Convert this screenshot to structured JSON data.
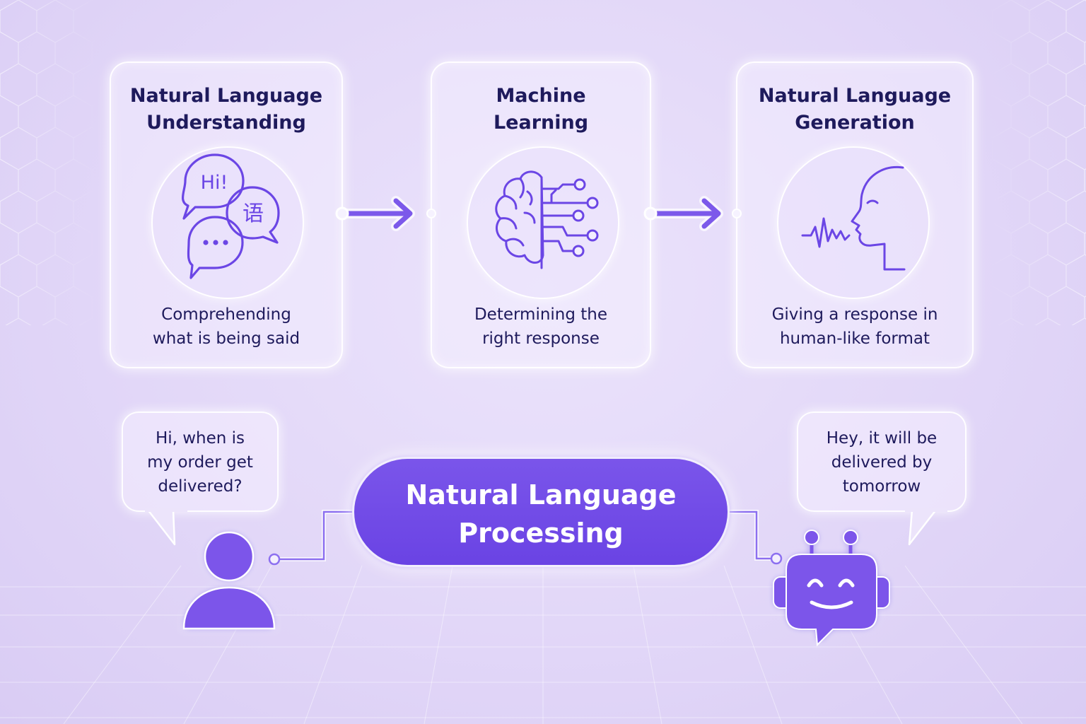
{
  "steps": [
    {
      "title": "Natural Language\nUnderstanding",
      "description": "Comprehending\nwhat is being said",
      "icon": "chat-bubbles-icon",
      "icon_text_1": "Hi!",
      "icon_text_2": "语"
    },
    {
      "title": "Machine\nLearning",
      "description": "Determining the\nright response",
      "icon": "brain-circuit-icon"
    },
    {
      "title": "Natural Language\nGeneration",
      "description": "Giving a response in\nhuman-like format",
      "icon": "speaking-head-icon"
    }
  ],
  "center": {
    "label": "Natural Language\nProcessing"
  },
  "user": {
    "message": "Hi, when is\nmy order get\ndelivered?",
    "icon": "user-icon"
  },
  "bot": {
    "message": "Hey, it will be\ndelivered by\ntomorrow",
    "icon": "robot-icon"
  },
  "colors": {
    "accent": "#6b46e5",
    "text": "#1e1a5c",
    "line": "#7b5ce8",
    "background": "#e5dcf9"
  }
}
